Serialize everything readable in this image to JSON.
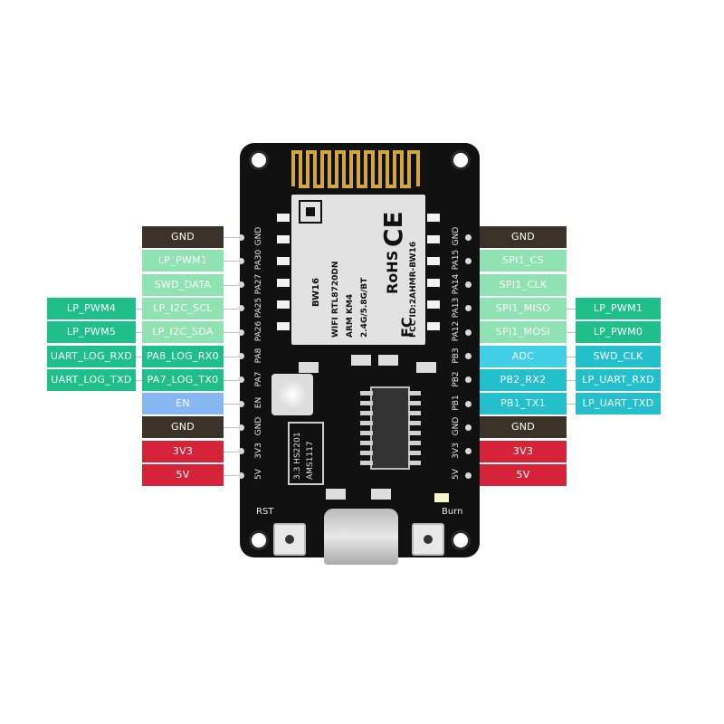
{
  "left_labels": [
    {
      "text": "GND",
      "bg": "#3b3228",
      "fg": "#ffffff"
    },
    {
      "text": "LP_PWM1",
      "bg": "#8fe3b2",
      "fg": "#ffffff"
    },
    {
      "text": "SWD_DATA",
      "bg": "#8fe3b2",
      "fg": "#ffffff"
    },
    {
      "text": "LP_I2C_SCL",
      "bg": "#8fe3b2",
      "fg": "#ffffff"
    },
    {
      "text": "LP_I2C_SDA",
      "bg": "#8fe3b2",
      "fg": "#ffffff"
    },
    {
      "text": "PA8_LOG_RX0",
      "bg": "#1fbf8a",
      "fg": "#ffffff"
    },
    {
      "text": "PA7_LOG_TX0",
      "bg": "#1fbf8a",
      "fg": "#ffffff"
    },
    {
      "text": "EN",
      "bg": "#86b7f2",
      "fg": "#ffffff"
    },
    {
      "text": "GND",
      "bg": "#3b3228",
      "fg": "#ffffff"
    },
    {
      "text": "3V3",
      "bg": "#d6233a",
      "fg": "#ffffff"
    },
    {
      "text": "5V",
      "bg": "#d6233a",
      "fg": "#ffffff"
    }
  ],
  "far_left_labels": [
    {
      "text": "LP_PWM4",
      "bg": "#1fbf8a",
      "fg": "#ffffff"
    },
    {
      "text": "LP_PWM5",
      "bg": "#1fbf8a",
      "fg": "#ffffff"
    },
    {
      "text": "UART_LOG_RXD",
      "bg": "#1fbf8a",
      "fg": "#ffffff"
    },
    {
      "text": "UART_LOG_TXD",
      "bg": "#1fbf8a",
      "fg": "#ffffff"
    }
  ],
  "right_labels": [
    {
      "text": "GND",
      "bg": "#3b3228",
      "fg": "#ffffff"
    },
    {
      "text": "SPI1_CS",
      "bg": "#8fe3b2",
      "fg": "#ffffff"
    },
    {
      "text": "SPI1_CLK",
      "bg": "#8fe3b2",
      "fg": "#ffffff"
    },
    {
      "text": "SPI1_MISO",
      "bg": "#8fe3b2",
      "fg": "#ffffff"
    },
    {
      "text": "SPI1_MOSI",
      "bg": "#8fe3b2",
      "fg": "#ffffff"
    },
    {
      "text": "ADC",
      "bg": "#41cfe6",
      "fg": "#ffffff"
    },
    {
      "text": "PB2_RX2",
      "bg": "#23bfcc",
      "fg": "#ffffff"
    },
    {
      "text": "PB1_TX1",
      "bg": "#23bfcc",
      "fg": "#ffffff"
    },
    {
      "text": "GND",
      "bg": "#3b3228",
      "fg": "#ffffff"
    },
    {
      "text": "3V3",
      "bg": "#d6233a",
      "fg": "#ffffff"
    },
    {
      "text": "5V",
      "bg": "#d6233a",
      "fg": "#ffffff"
    }
  ],
  "far_right_labels": [
    {
      "text": "LP_PWM1",
      "bg": "#1fbf8a",
      "fg": "#ffffff"
    },
    {
      "text": "LP_PWM0",
      "bg": "#1fbf8a",
      "fg": "#ffffff"
    },
    {
      "text": "SWD_CLK",
      "bg": "#23bfcc",
      "fg": "#ffffff"
    },
    {
      "text": "LP_UART_RXD",
      "bg": "#23bfcc",
      "fg": "#ffffff"
    },
    {
      "text": "LP_UART_TXD",
      "bg": "#23bfcc",
      "fg": "#ffffff"
    }
  ],
  "left_pins": [
    "GND",
    "PA30",
    "PA27",
    "PA25",
    "PA26",
    "PA8",
    "PA7",
    "EN",
    "GND",
    "3V3",
    "5V"
  ],
  "right_pins": [
    "GND",
    "PA15",
    "PA14",
    "PA13",
    "PA12",
    "PB3",
    "PB2",
    "PB1",
    "GND",
    "3V3",
    "5V"
  ],
  "module": {
    "name": "BW16",
    "line1": "WIFI RTL8720DN",
    "line2": "ARM KM4",
    "line3": "2.4G/5.8G/BT",
    "fcc": "FCC ID:2AHMR-BW16",
    "ce": "CE",
    "rohs": "RoHS",
    "fc": "FC"
  },
  "regulator": {
    "line1": "AMS1117",
    "line2": "3.3  HS2201"
  },
  "buttons": {
    "rst": "RST",
    "burn": "Burn"
  },
  "board_color": "#111111"
}
